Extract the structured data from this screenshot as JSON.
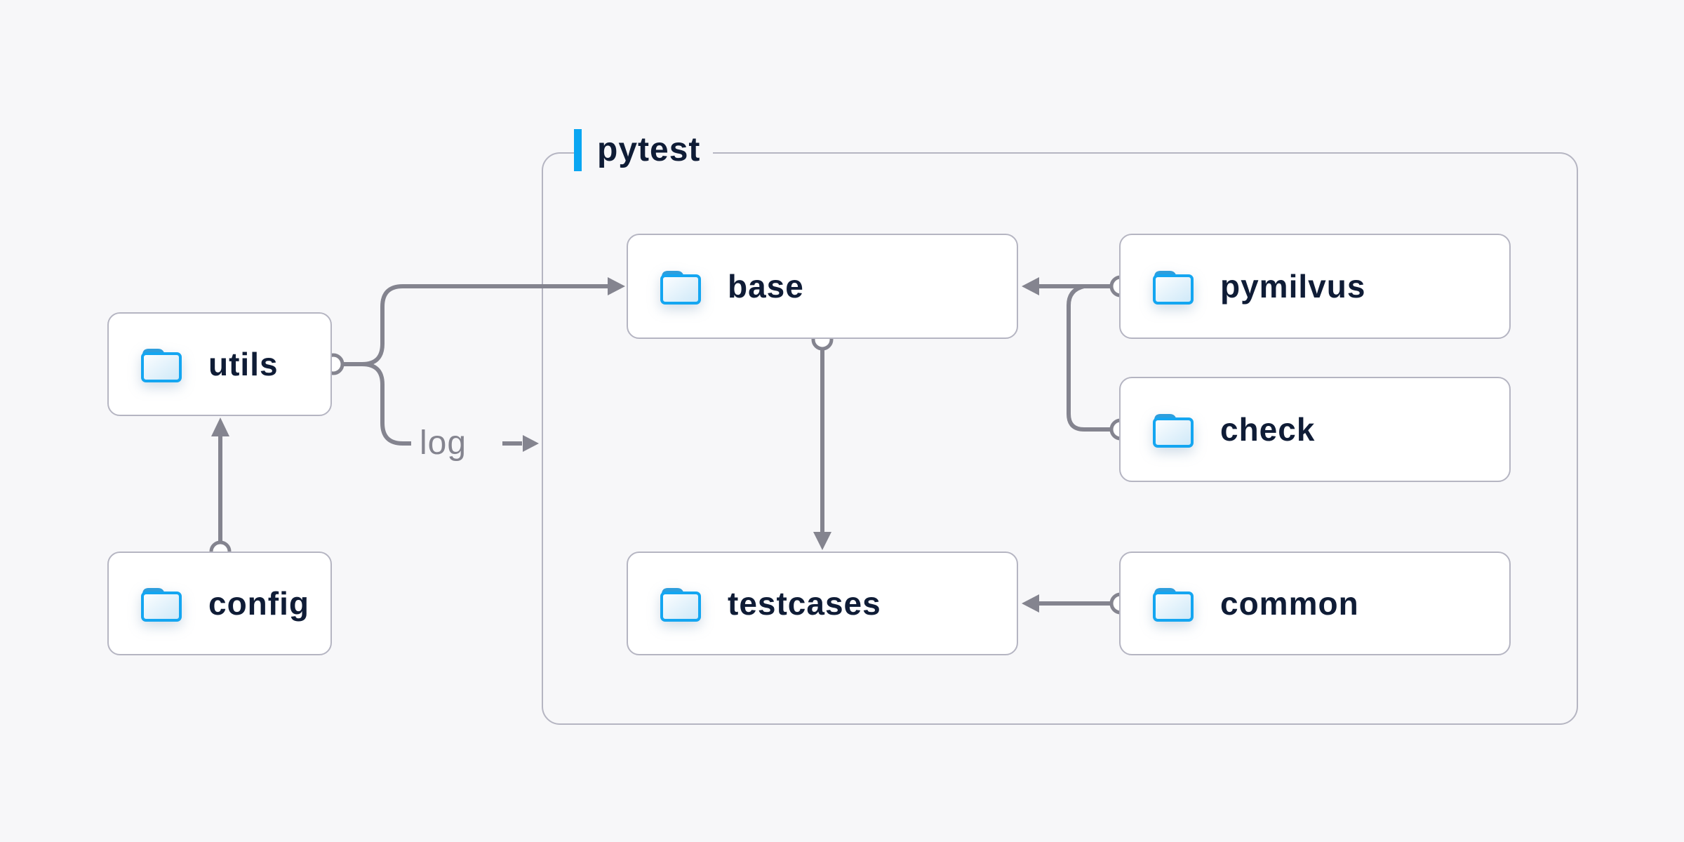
{
  "group": {
    "label": "pytest"
  },
  "nodes": {
    "utils": {
      "label": "utils"
    },
    "config": {
      "label": "config"
    },
    "base": {
      "label": "base"
    },
    "pymilvus": {
      "label": "pymilvus"
    },
    "check": {
      "label": "check"
    },
    "testcases": {
      "label": "testcases"
    },
    "common": {
      "label": "common"
    }
  },
  "edge_label": "log",
  "edges": [
    {
      "from": "config",
      "to": "utils"
    },
    {
      "from": "utils",
      "to": "base"
    },
    {
      "from": "utils",
      "to": "log",
      "label": "log"
    },
    {
      "from": "pymilvus",
      "to": "base"
    },
    {
      "from": "check",
      "to": "base"
    },
    {
      "from": "base",
      "to": "testcases"
    },
    {
      "from": "common",
      "to": "testcases"
    }
  ],
  "colors": {
    "background": "#f7f7f9",
    "node_border": "#b5b5c2",
    "connector_line": "#84848f",
    "accent_blue": "#0aa6f2",
    "folder_blue": "#14a6f1",
    "label_text": "#0f1c36"
  }
}
